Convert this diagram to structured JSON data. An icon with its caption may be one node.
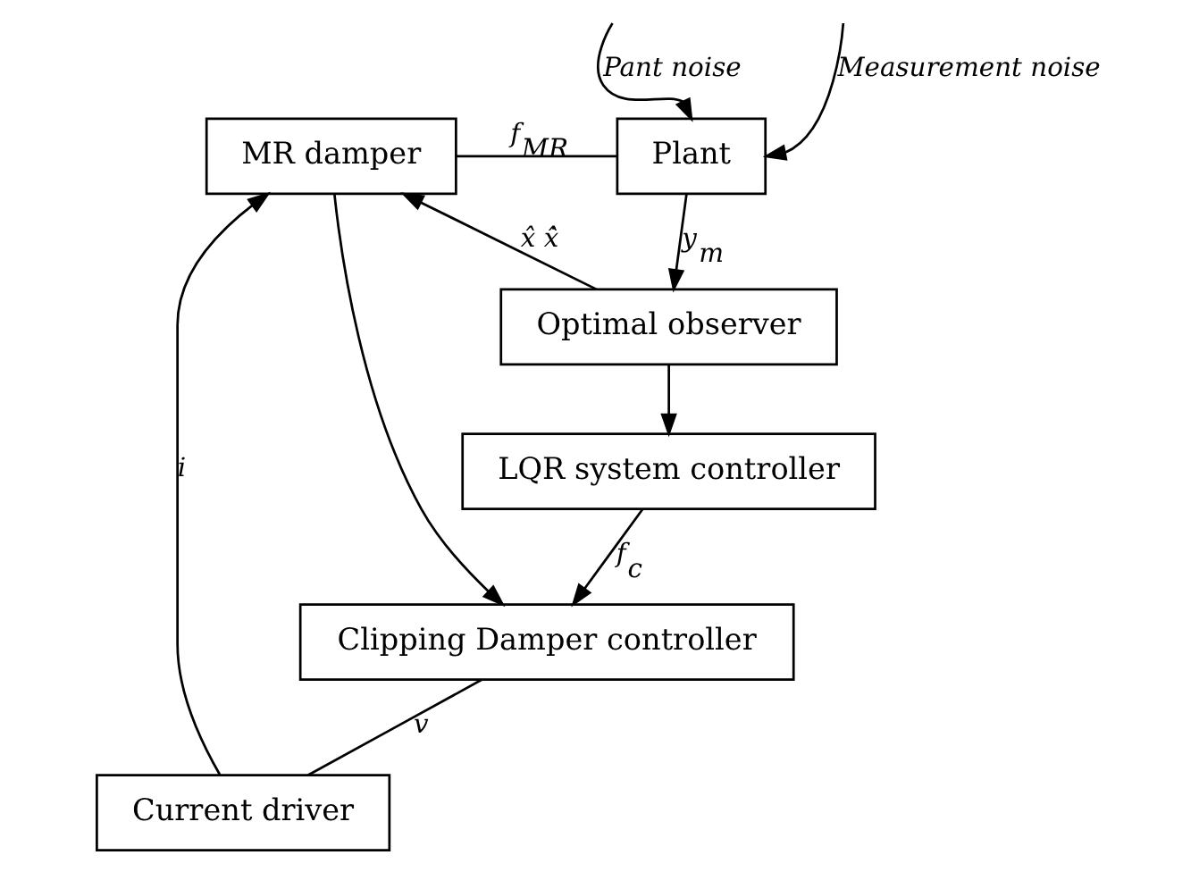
{
  "diagram": {
    "nodes": [
      {
        "text": [
          "MR damper"
        ]
      },
      {
        "text": [
          "Plant"
        ]
      },
      {
        "text": [
          "Optimal observer"
        ]
      },
      {
        "text": [
          "Current driver"
        ]
      },
      {
        "text": [
          "LQR system controller"
        ]
      },
      {
        "text": [
          "Clipping Damper controller"
        ]
      }
    ],
    "edges": [
      {
        "from": 3,
        "to": 0,
        "arrow": "to",
        "label": "i"
      },
      {
        "from": 0,
        "to": 1,
        "arrow": "none",
        "label": "f$_{MR}$"
      },
      {
        "from": 0,
        "to": 5,
        "arrow": "to"
      },
      {
        "from": null,
        "to": 1,
        "arrow": "to",
        "label": "Pant noise"
      },
      {
        "from": null,
        "to": 1,
        "arrow": "to",
        "label": "Measurement noise"
      },
      {
        "from": 1,
        "to": 2,
        "arrow": "to",
        "label": "y$_{m}$"
      },
      {
        "from": 2,
        "to": 0,
        "arrow": "to",
        "label": "x̂ ẋ̂"
      },
      {
        "from": 2,
        "to": 4,
        "arrow": "to"
      },
      {
        "from": 4,
        "to": 5,
        "arrow": "to",
        "label": "f$_{c}$"
      },
      {
        "from": 5,
        "to": 3,
        "arrow": "none",
        "label": "v"
      }
    ]
  }
}
